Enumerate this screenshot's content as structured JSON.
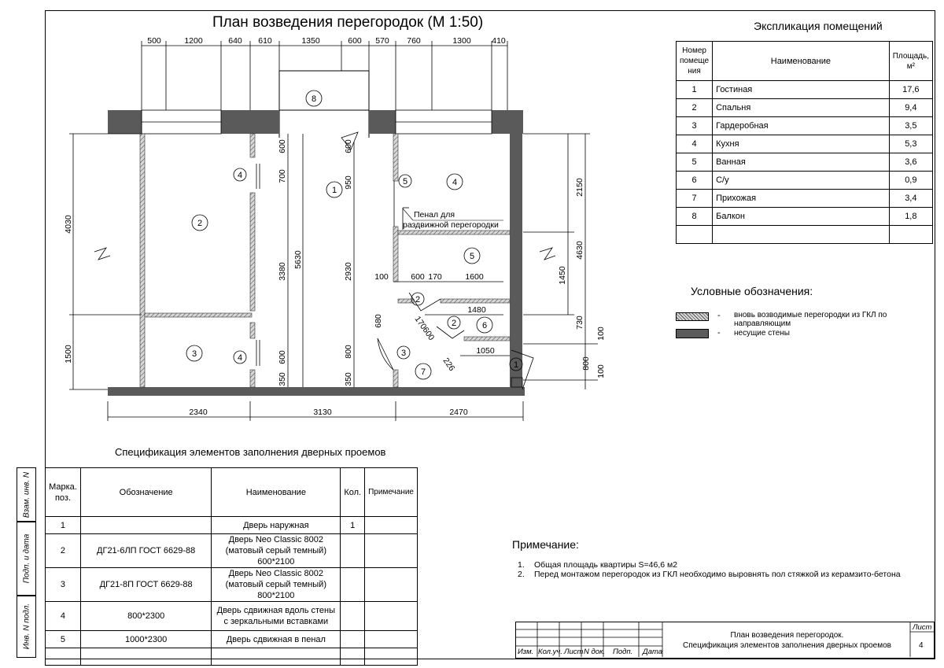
{
  "plan_title": "План возведения перегородок (М 1:50)",
  "top_dims": [
    "500",
    "1200",
    "640",
    "610",
    "1350",
    "600",
    "570",
    "760",
    "1300",
    "410"
  ],
  "bottom_dims": [
    "2340",
    "3130",
    "2470"
  ],
  "left_dims": [
    "4030",
    "1500"
  ],
  "inner_dims": {
    "d600a": "600",
    "d700": "700",
    "d3380": "3380",
    "d5630": "5630",
    "d600b": "600",
    "d350a": "350",
    "d600c": "600",
    "d950": "950",
    "d2930": "2930",
    "d800a": "800",
    "d350b": "350",
    "d100a": "100",
    "d600d": "600",
    "d170": "170",
    "d1600": "1600",
    "d680": "680",
    "d1480": "1480",
    "d1050": "1050",
    "d170b": "170",
    "d600e": "600",
    "d226": "226",
    "d2150": "2150",
    "d4630": "4630",
    "d1450": "1450",
    "d730": "730",
    "d800b": "800",
    "d100b": "100",
    "d100c": "100"
  },
  "room_marks": {
    "r1": "1",
    "r2": "2",
    "r3": "3",
    "r4a": "4",
    "r4b": "4",
    "r4c": "4",
    "r5a": "5",
    "r5b": "5",
    "r8": "8",
    "r7": "7",
    "r6": "6",
    "d2a": "2",
    "d2b": "2",
    "d3": "3",
    "d1": "1"
  },
  "penal_label_1": "Пенал для",
  "penal_label_2": "раздвижной перегородки",
  "explication": {
    "title": "Экспликация помещений",
    "headers": {
      "num": "Номер помеще ния",
      "name": "Наименование",
      "area": "Площадь, м²"
    },
    "rows": [
      {
        "num": "1",
        "name": "Гостиная",
        "area": "17,6"
      },
      {
        "num": "2",
        "name": "Спальня",
        "area": "9,4"
      },
      {
        "num": "3",
        "name": "Гардеробная",
        "area": "3,5"
      },
      {
        "num": "4",
        "name": "Кухня",
        "area": "5,3"
      },
      {
        "num": "5",
        "name": "Ванная",
        "area": "3,6"
      },
      {
        "num": "6",
        "name": "С/у",
        "area": "0,9"
      },
      {
        "num": "7",
        "name": "Прихожая",
        "area": "3,4"
      },
      {
        "num": "8",
        "name": "Балкон",
        "area": "1,8"
      }
    ]
  },
  "legend": {
    "title": "Условные обозначения:",
    "items": [
      {
        "dash": "-",
        "label": "вновь возводимые перегородки из ГКЛ по направляющим",
        "color": "#9a9a9a"
      },
      {
        "dash": "-",
        "label": "несущие стены",
        "color": "#5a5a5a"
      }
    ]
  },
  "spec": {
    "title": "Спецификация элементов заполнения дверных проемов",
    "headers": {
      "mark": "Марка. поз.",
      "designation": "Обозначение",
      "name": "Наименование",
      "qty": "Кол.",
      "note": "Примечание"
    },
    "rows": [
      {
        "mark": "1",
        "designation": "",
        "name": "Дверь наружная",
        "qty": "1",
        "note": ""
      },
      {
        "mark": "2",
        "designation": "ДГ21-6ЛП ГОСТ 6629-88",
        "name": "Дверь Neo Classic 8002 (матовый серый темный) 600*2100",
        "qty": "",
        "note": ""
      },
      {
        "mark": "3",
        "designation": "ДГ21-8П ГОСТ 6629-88",
        "name": "Дверь Neo Classic 8002 (матовый серый темный) 800*2100",
        "qty": "",
        "note": ""
      },
      {
        "mark": "4",
        "designation": "800*2300",
        "name": "Дверь сдвижная вдоль стены с зеркальными вставками",
        "qty": "",
        "note": ""
      },
      {
        "mark": "5",
        "designation": "1000*2300",
        "name": "Дверь сдвижная в пенал",
        "qty": "",
        "note": ""
      }
    ]
  },
  "side_labels": [
    "Взам. инв. N",
    "Подп. и дата",
    "Инв. N подл."
  ],
  "notes": {
    "title": "Примечание:",
    "items": [
      {
        "n": "1.",
        "text": "Общая площадь квартиры S=46,6 м2"
      },
      {
        "n": "2.",
        "text": "Перед монтажом перегородок из ГКЛ необходимо выровнять пол стяжкой из керамзито-бетона"
      }
    ]
  },
  "stamp": {
    "cols": [
      "Изм.",
      "Кол.уч.",
      "Лист",
      "N док.",
      "Подп.",
      "Дата"
    ],
    "title_line1": "План возведения перегородок.",
    "title_line2": "Спецификация элементов заполнения дверных проемов",
    "sheet_label": "Лист",
    "sheet_number": "4"
  },
  "colors": {
    "bearing_wall": "#5a5a5a",
    "partition": "#9a9a9a",
    "line": "#000000"
  }
}
